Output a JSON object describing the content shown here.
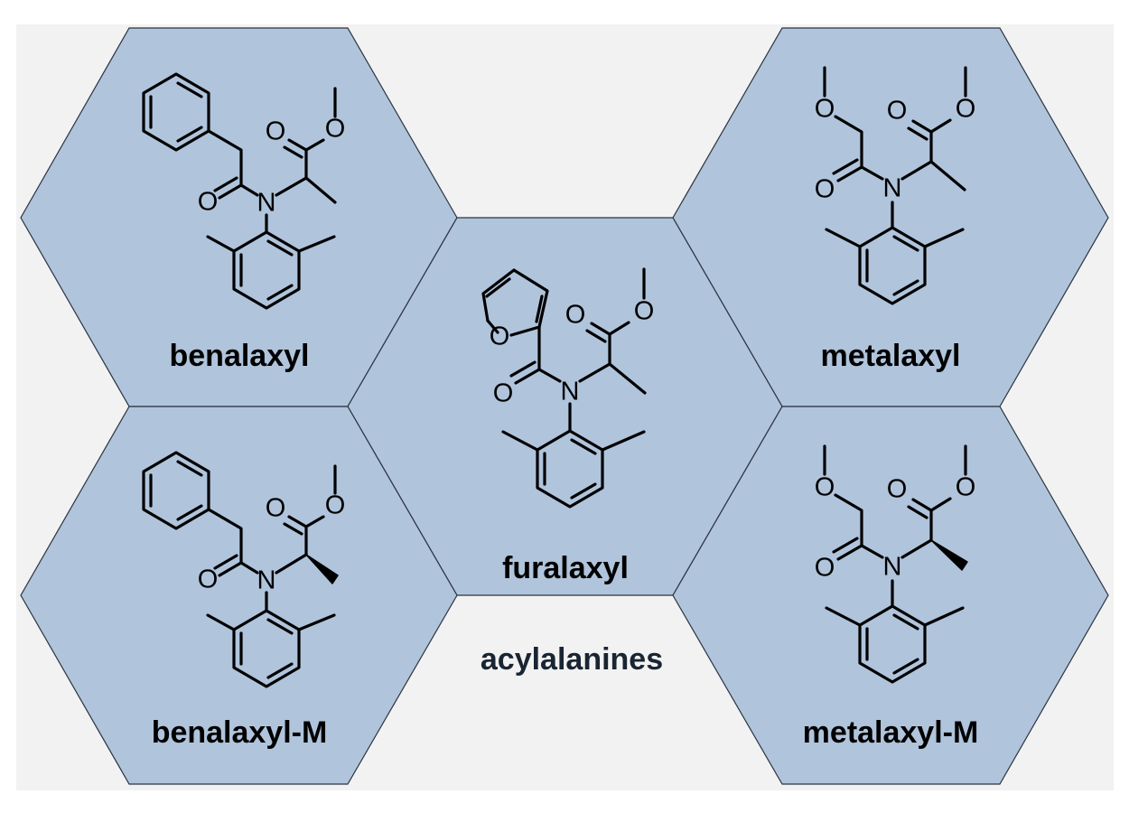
{
  "colors": {
    "background": "#f2f2f2",
    "hexagon_fill": "#b0c4dc",
    "caption_text": "#1a2533"
  },
  "atoms": {
    "oxygen": "O",
    "nitrogen": "N"
  },
  "compounds": [
    {
      "id": "benalaxyl",
      "name": "benalaxyl"
    },
    {
      "id": "furalaxyl",
      "name": "furalaxyl"
    },
    {
      "id": "metalaxyl",
      "name": "metalaxyl"
    },
    {
      "id": "benalaxyl-m",
      "name": "benalaxyl-M"
    },
    {
      "id": "metalaxyl-m",
      "name": "metalaxyl-M"
    }
  ],
  "caption": "acylalanines"
}
